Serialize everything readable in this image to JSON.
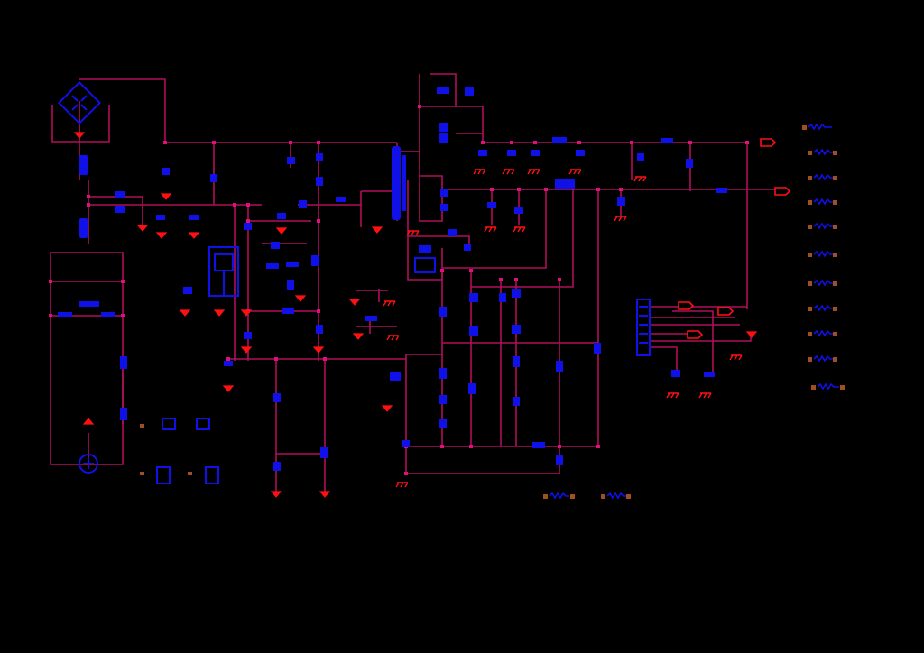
{
  "colors": {
    "background": "#000000",
    "wire": "#b0105a",
    "component": "#1010e8",
    "ground": "#ff1010",
    "junction": "#e0107a",
    "connector_fill": "#a05020"
  },
  "icons": {
    "ground": "ground-symbol-icon",
    "chassis": "chassis-ground-icon",
    "port": "output-port-icon"
  },
  "components": {
    "bridge": "bridge-rectifier",
    "controller": "pwm-controller-ic",
    "transformer": "flyback-transformer",
    "header": "output-connector",
    "fan": "fan-motor"
  }
}
